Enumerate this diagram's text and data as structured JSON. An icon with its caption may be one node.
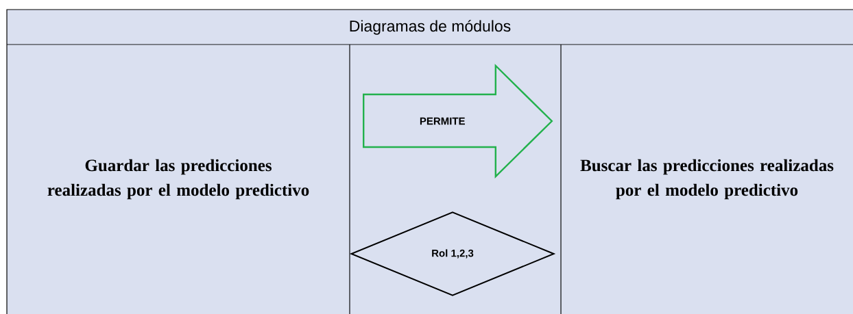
{
  "diagram": {
    "title": "Diagramas de módulos",
    "nodes": [
      {
        "text": [
          "Guardar las predicciones realizadas por el modelo predictivo"
        ]
      },
      {
        "text": [
          "Rol 1,2,3"
        ]
      },
      {
        "text": [
          "Buscar las predicciones realizadas por el modelo predictivo"
        ]
      }
    ],
    "edges": [
      {
        "from": 0,
        "to": 2,
        "arrow": "to",
        "label": "PERMITE",
        "color": "#22b14c"
      }
    ]
  }
}
